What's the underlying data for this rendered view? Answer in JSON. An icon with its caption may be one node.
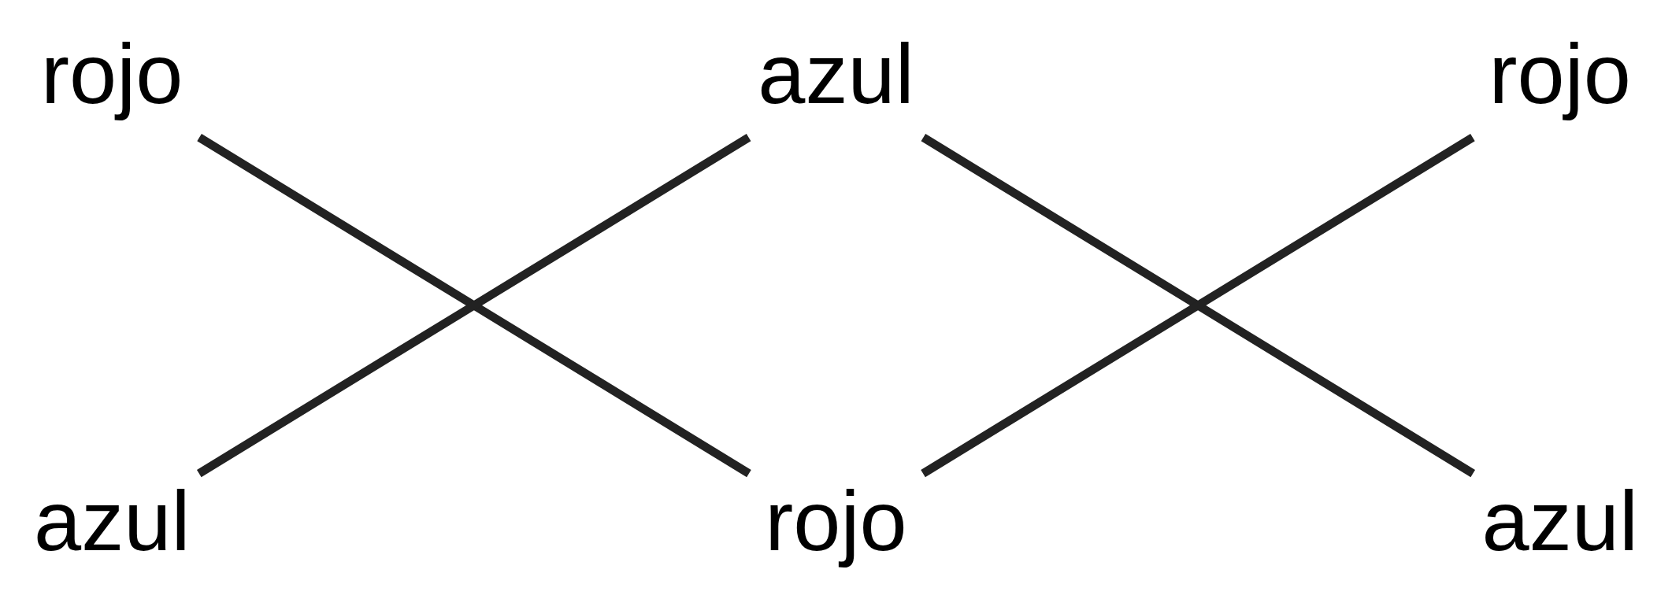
{
  "diagram": {
    "nodes": [
      {
        "text": [
          "rojo"
        ]
      },
      {
        "text": [
          "azul"
        ]
      },
      {
        "text": [
          "rojo"
        ]
      },
      {
        "text": [
          "azul"
        ]
      },
      {
        "text": [
          "rojo"
        ]
      },
      {
        "text": [
          "azul"
        ]
      }
    ],
    "edges": [
      {
        "from": 0,
        "to": 4,
        "arrow": "none"
      },
      {
        "from": 1,
        "to": 3,
        "arrow": "none"
      },
      {
        "from": 1,
        "to": 5,
        "arrow": "none"
      },
      {
        "from": 2,
        "to": 4,
        "arrow": "none"
      }
    ]
  }
}
